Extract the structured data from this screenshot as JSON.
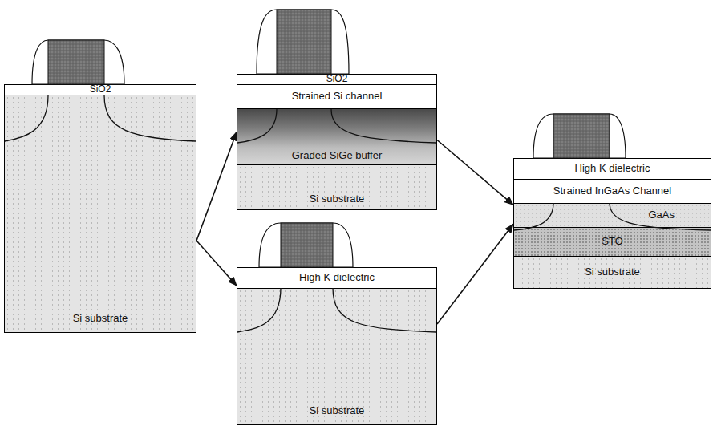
{
  "diagram": {
    "nodes": [
      {
        "text": []
      },
      {
        "text": [
          "SiO2"
        ],
        "in": 0
      },
      {
        "text": [
          "Si substrate"
        ],
        "in": 0
      },
      {
        "text": []
      },
      {
        "text": [
          "SiO2"
        ],
        "in": 3
      },
      {
        "text": [
          "Strained Si channel"
        ],
        "in": 3
      },
      {
        "text": [
          "Graded SiGe buffer"
        ],
        "in": 3
      },
      {
        "text": [
          "Si substrate"
        ],
        "in": 3
      },
      {
        "text": []
      },
      {
        "text": [
          "High K dielectric"
        ],
        "in": 8
      },
      {
        "text": [
          "Si substrate"
        ],
        "in": 8
      },
      {
        "text": []
      },
      {
        "text": [
          "High K dielectric"
        ],
        "in": 11
      },
      {
        "text": [
          "Strained InGaAs Channel"
        ],
        "in": 11
      },
      {
        "text": [
          "GaAs"
        ],
        "in": 11
      },
      {
        "text": [
          "STO"
        ],
        "in": 11
      },
      {
        "text": [
          "Si substrate"
        ],
        "in": 11
      }
    ],
    "edges": [
      {
        "from": 0,
        "to": 3,
        "arrow": "to"
      },
      {
        "from": 0,
        "to": 8,
        "arrow": "to"
      },
      {
        "from": 3,
        "to": 11,
        "arrow": "to"
      },
      {
        "from": 8,
        "to": 11,
        "arrow": "to"
      }
    ]
  }
}
